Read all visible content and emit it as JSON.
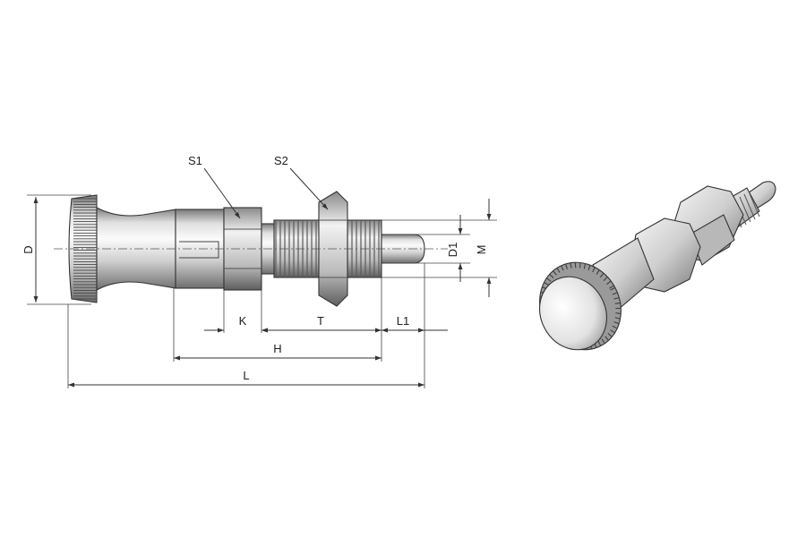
{
  "labels": {
    "D": "D",
    "D1": "D1",
    "M": "M",
    "S1": "S1",
    "S2": "S2",
    "K": "K",
    "T": "T",
    "L1": "L1",
    "H": "H",
    "L": "L"
  },
  "colors": {
    "line": "#333333",
    "metal_light": "#f4f4f4",
    "metal_mid": "#bdbdbd",
    "metal_dark": "#6a6a6a"
  },
  "icons": {
    "side_view": "indexing-plunger-side-view",
    "iso_view": "indexing-plunger-isometric-view"
  }
}
